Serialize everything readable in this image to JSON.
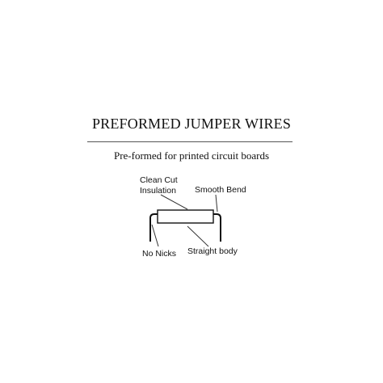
{
  "title": "PREFORMED JUMPER WIRES",
  "subtitle": "Pre-formed for printed circuit boards",
  "labels": {
    "clean_cut_line1": "Clean Cut",
    "clean_cut_line2": "Insulation",
    "smooth_bend": "Smooth Bend",
    "no_nicks": "No Nicks",
    "straight_body": "Straight body"
  }
}
